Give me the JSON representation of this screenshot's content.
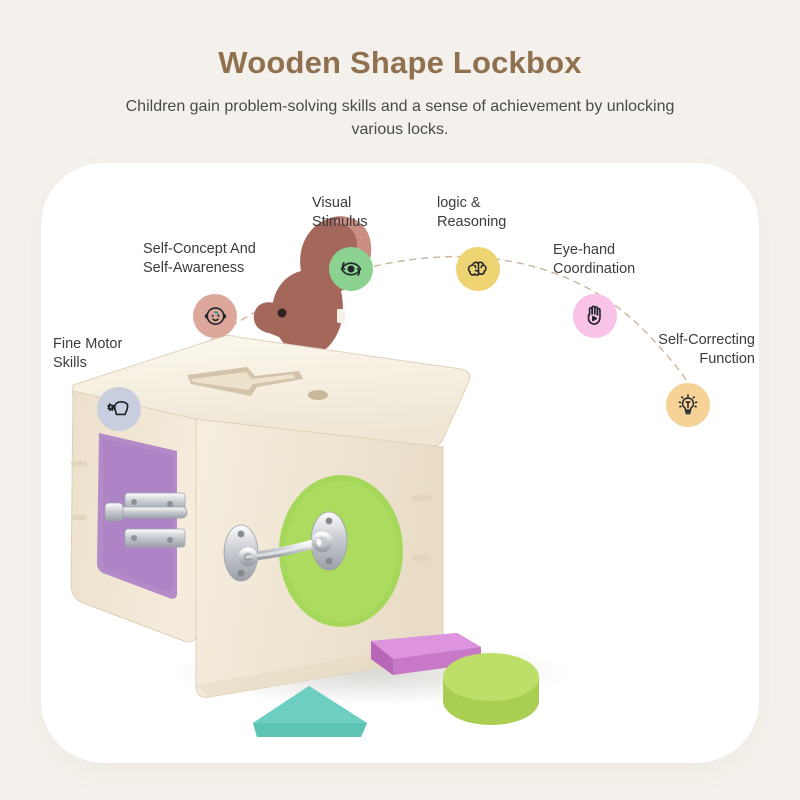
{
  "header": {
    "title": "Wooden Shape Lockbox",
    "subtitle": "Children gain problem-solving skills and a sense of achievement by unlocking various locks.",
    "title_color": "#90714f",
    "background_color": "#f4f1ec"
  },
  "card": {
    "background_color": "#ffffff",
    "arc_color": "#c8b49a"
  },
  "features": [
    {
      "id": "fine-motor-skills",
      "label": "Fine Motor\nSkills",
      "icon": "pinch-hand-icon",
      "badge_color": "#c8cede",
      "label_align": "left"
    },
    {
      "id": "self-concept-and-self-awareness",
      "label": "Self-Concept And\nSelf-Awareness",
      "icon": "baby-face-icon",
      "badge_color": "#dea79c",
      "label_align": "left"
    },
    {
      "id": "visual-stimulus",
      "label": "Visual\nStimulus",
      "icon": "eye-icon",
      "badge_color": "#8bd18f",
      "label_align": "left"
    },
    {
      "id": "logic-and-reasoning",
      "label": "logic &\nReasoning",
      "icon": "brain-icon",
      "badge_color": "#edd372",
      "label_align": "left"
    },
    {
      "id": "eye-hand-coordination",
      "label": "Eye-hand\nCoordination",
      "icon": "hand-eye-icon",
      "badge_color": "#f9c3e8",
      "label_align": "left"
    },
    {
      "id": "self-correcting-function",
      "label": "Self-Correcting\nFunction",
      "icon": "lightbulb-icon",
      "badge_color": "#f6d297",
      "label_align": "right"
    }
  ],
  "product": {
    "name": "wooden-shape-lockbox",
    "body_color": "#f0e6d6",
    "lid_color": "#fbf6ec",
    "left_door_color": "#b48ac9",
    "right_door_color": "#a5d85a",
    "topper": {
      "name": "squirrel-topper",
      "color": "#a4675c",
      "stick_color": "#e9d7b5"
    },
    "hardware_color": "#cfd2d6",
    "loose_shapes": [
      {
        "name": "triangle-block",
        "color": "#5ec4b6",
        "shape": "triangle"
      },
      {
        "name": "rectangle-block",
        "color": "#d98ad9",
        "shape": "rectangle"
      },
      {
        "name": "circle-block",
        "color": "#bede6a",
        "shape": "circle"
      }
    ]
  }
}
